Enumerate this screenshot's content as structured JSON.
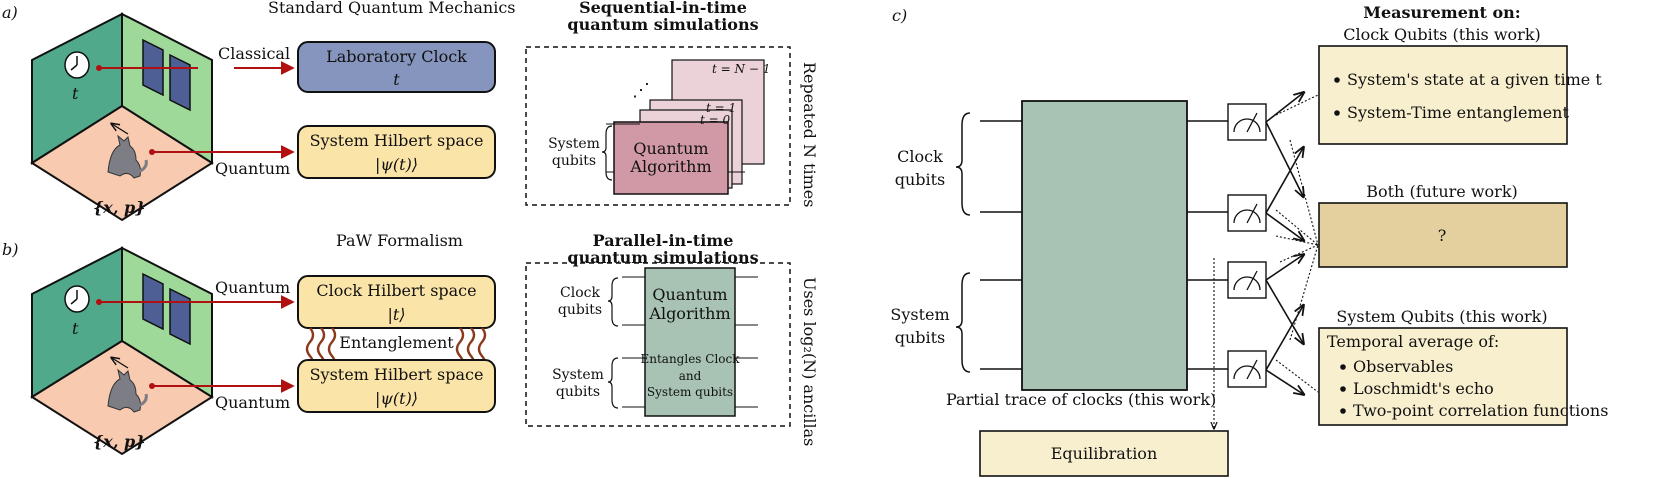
{
  "panel_a": {
    "tag": "a)",
    "heading": "Standard Quantum Mechanics",
    "clock_var": "t",
    "phase_var": "{x, p}",
    "arrow_classical": "Classical",
    "arrow_quantum": "Quantum",
    "lab_clock_title": "Laboratory Clock",
    "lab_clock_var": "t",
    "system_space_title": "System Hilbert space",
    "system_space_ket": "|ψ(t)⟩"
  },
  "sequential": {
    "title_line1": "Sequential-in-time",
    "title_line2": "quantum simulations",
    "system_qubits_line1": "System",
    "system_qubits_line2": "qubits",
    "algo_line1": "Quantum",
    "algo_line2": "Algorithm",
    "layer_t0": "t = 0",
    "layer_t1": "t = 1",
    "layer_tn": "t = N − 1",
    "dots": "⋰",
    "side_label": "Repeated N times"
  },
  "panel_b": {
    "tag": "b)",
    "heading": "PaW Formalism",
    "clock_var": "t",
    "phase_var": "{x, p}",
    "arrow_quantum_top": "Quantum",
    "arrow_quantum_bottom": "Quantum",
    "clock_space_title": "Clock Hilbert space",
    "clock_space_ket": "|t⟩",
    "entanglement": "Entanglement",
    "system_space_title": "System Hilbert space",
    "system_space_ket": "|ψ(t)⟩"
  },
  "parallel": {
    "title_line1": "Parallel-in-time",
    "title_line2": "quantum simulations",
    "clock_qubits_line1": "Clock",
    "clock_qubits_line2": "qubits",
    "system_qubits_line1": "System",
    "system_qubits_line2": "qubits",
    "algo_line1": "Quantum",
    "algo_line2": "Algorithm",
    "algo_sub1": "Entangles Clock",
    "algo_sub2": "and",
    "algo_sub3": "System qubits",
    "side_label": "Uses log₂(N) ancillas"
  },
  "panel_c": {
    "tag": "c)",
    "clock_qubits_line1": "Clock",
    "clock_qubits_line2": "qubits",
    "system_qubits_line1": "System",
    "system_qubits_line2": "qubits",
    "measurement_on": "Measurement on:",
    "clock_heading": "Clock Qubits  (this work)",
    "clock_bullet1": "System's state at a given time t",
    "clock_bullet2": "System-Time entanglement",
    "both_heading": "Both  (future work)",
    "both_body": "?",
    "system_heading": "System Qubits  (this work)",
    "system_intro": "Temporal average of:",
    "system_bullet1": "Observables",
    "system_bullet2": "Loschmidt's echo",
    "system_bullet3": "Two-point correlation functions",
    "partial_trace": "Partial trace of clocks (this work)",
    "equilibration": "Equilibration"
  },
  "colors": {
    "wall_left": "#4fa98a",
    "wall_right": "#9ed99a",
    "floor": "#f8cbb0",
    "lab_clock": "#8595bd",
    "hilbert_box": "#fbe4a8",
    "seq_algo": "#d199a5",
    "seq_layer": "#ead2d8",
    "par_algo": "#a8c3b4",
    "circuit_block": "#a8c3b4",
    "result_box": "#f8efcf",
    "both_box": "#e4cf9e",
    "arrow_red": "#b01010",
    "wavy": "#8b3a1c"
  }
}
